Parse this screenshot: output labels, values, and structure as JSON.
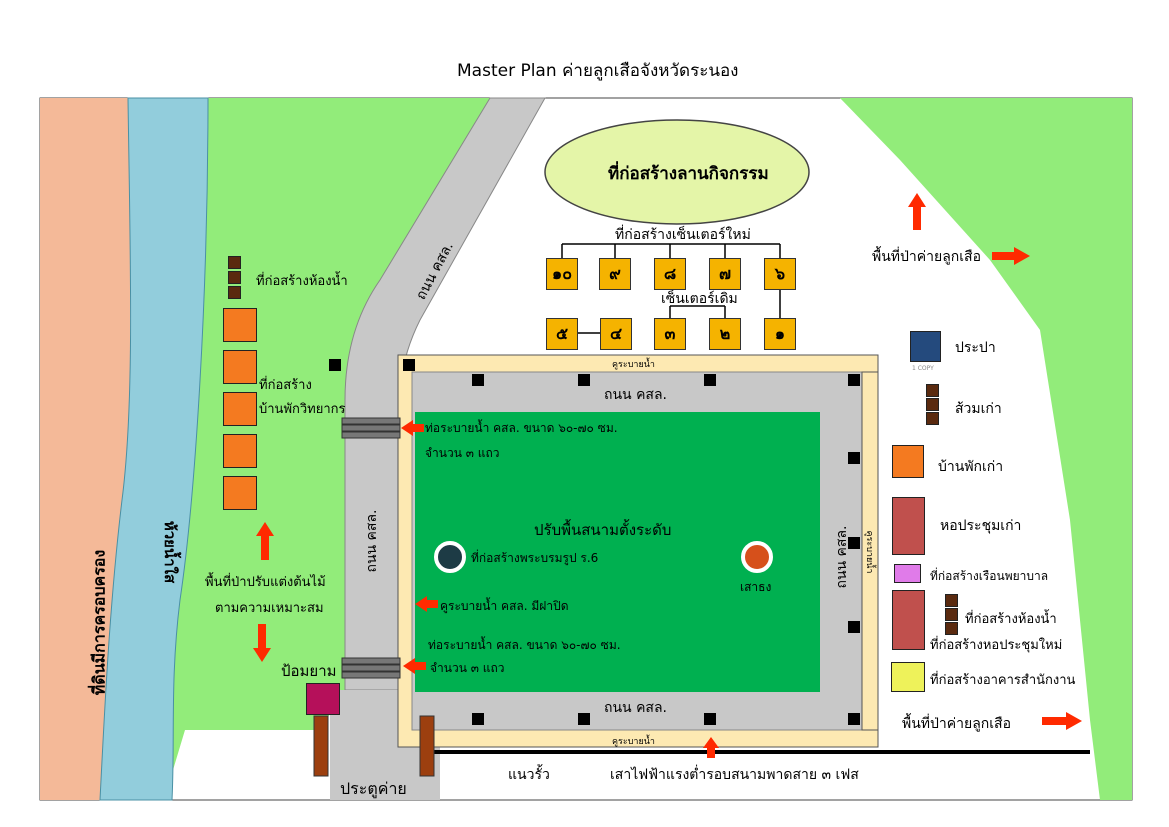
{
  "title": "Master Plan ค่ายลูกเสือจังหวัดระนอง",
  "labels": {
    "farmland": "ที่ดินมีการครอบครอง",
    "stream": "ห้วยน้ำใส",
    "road_upper": "ถนน คสล.",
    "road_left": "ถนน คสล.",
    "road_top_field": "ถนน คสล.",
    "road_bottom_field": "ถนน คสล.",
    "road_right_field": "ถนน คสล.",
    "activity_area": "ที่ก่อสร้างลานกิจกรรม",
    "new_center": "ที่ก่อสร้างเซ็นเตอร์ใหม่",
    "old_center": "เซ็นเตอร์เดิม",
    "toilet_left": "ที่ก่อสร้างห้องน้ำ",
    "lecturer_house_1": "ที่ก่อสร้าง",
    "lecturer_house_2": "บ้านพักวิทยากร",
    "pipe_top_1": "ท่อระบายน้ำ คสล. ขนาด ๖๐-๗๐ ซม.",
    "pipe_top_2": "จำนวน ๓ แถว",
    "pipe_bottom_1": "ท่อระบายน้ำ คสล. ขนาด ๖๐-๗๐ ซม.",
    "pipe_bottom_2": "จำนวน ๓ แถว",
    "drain_cover": "คูระบายน้ำ คสล. มีฝาปิด",
    "drain_top": "คูระบายน้ำ",
    "drain_bottom": "คูระบายน้ำ",
    "drain_right": "คูระบายน้ำ",
    "field": "ปรับพื้นสนามตั้งระดับ",
    "statue": "ที่ก่อสร้างพระบรมรูป ร.6",
    "flagpole": "เสาธง",
    "forest_left_1": "พื้นที่ป่าปรับแต่งต้นไม้",
    "forest_left_2": "ตามความเหมาะสม",
    "guard_post": "ป้อมยาม",
    "gate": "ประตูค่าย",
    "fence": "แนวรั้ว",
    "power_line": "เสาไฟฟ้าแรงต่ำรอบสนามพาดสาย ๓ เฟส",
    "forest_right_top": "พื้นที่ป่าค่ายลูกเสือ",
    "forest_right_bottom": "พื้นที่ป่าค่ายลูกเสือ",
    "water_supply": "ประปา",
    "water_supply_small": "1 COPY",
    "old_toilet": "ส้วมเก่า",
    "old_house": "บ้านพักเก่า",
    "old_hall": "หอประชุมเก่า",
    "nursing": "ที่ก่อสร้างเรือนพยาบาล",
    "toilet_right": "ที่ก่อสร้างห้องน้ำ",
    "new_hall": "ที่ก่อสร้างหอประชุมใหม่",
    "office": "ที่ก่อสร้างอาคารสำนักงาน"
  },
  "centers_new": [
    "๑๐",
    "๙",
    "๘",
    "๗",
    "๖"
  ],
  "centers_old": [
    "๕",
    "๔",
    "๓",
    "๒",
    "๑"
  ],
  "colors": {
    "farmland": "#f4b998",
    "stream": "#92cddc",
    "grass": "#92ec7a",
    "field": "#00b050",
    "road": "#c8c8c8",
    "drain": "#fde9b2",
    "center": "#f5b300",
    "house": "#f47a20",
    "hall": "#c0504d",
    "toilet": "#5a2a0f",
    "water": "#244a7d",
    "nursing": "#e07be9",
    "office": "#eef25a",
    "guard": "#b5105a",
    "arrow": "#ff2a00"
  }
}
